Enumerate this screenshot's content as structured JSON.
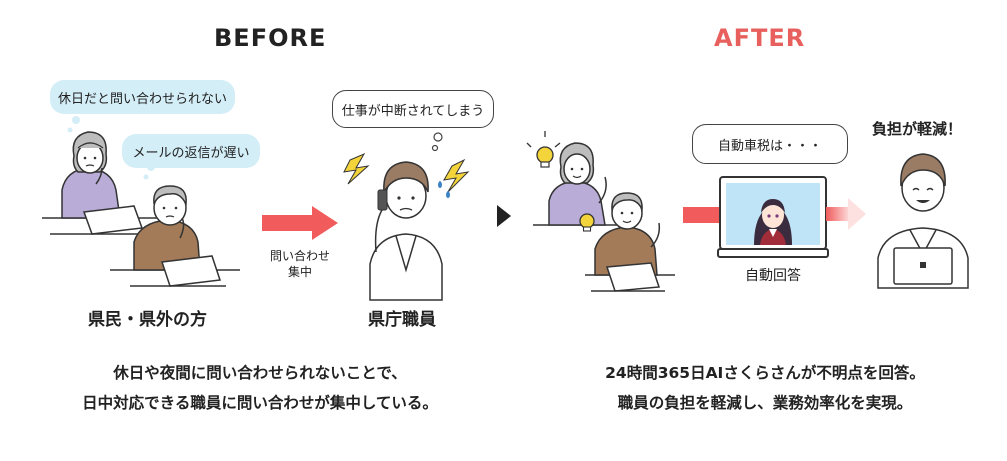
{
  "before": {
    "heading": "BEFORE",
    "bubble_holiday": "休日だと問い合わせられない",
    "bubble_email": "メールの返信が遅い",
    "bubble_interrupt": "仕事が中断されてしまう",
    "arrow_label_line1": "問い合わせ",
    "arrow_label_line2": "集中",
    "residents_label": "県民・県外の方",
    "staff_label": "県庁職員",
    "caption_line1": "休日や夜間に問い合わせられないことで、",
    "caption_line2": "日中対応できる職員に問い合わせが集中している。"
  },
  "after": {
    "heading": "AFTER",
    "bubble_question": "自動車税は・・・",
    "relief_label": "負担が軽減！",
    "auto_answer_label": "自動回答",
    "caption_line1": "24時間365日AIさくらさんが不明点を回答。",
    "caption_line2": "職員の負担を軽減し、業務効率化を実現。"
  },
  "colors": {
    "after_accent": "#e8605d",
    "arrow_red": "#f15b5b",
    "bubble_blue": "#d4eef8",
    "sweater_purple": "#b9acd6",
    "sweater_brown": "#a37b59",
    "hair_gray": "#bdbdbd",
    "hair_brown": "#9a7b63",
    "lightning_yellow": "#f3d43a",
    "screen_blue": "#bfe4f7"
  }
}
